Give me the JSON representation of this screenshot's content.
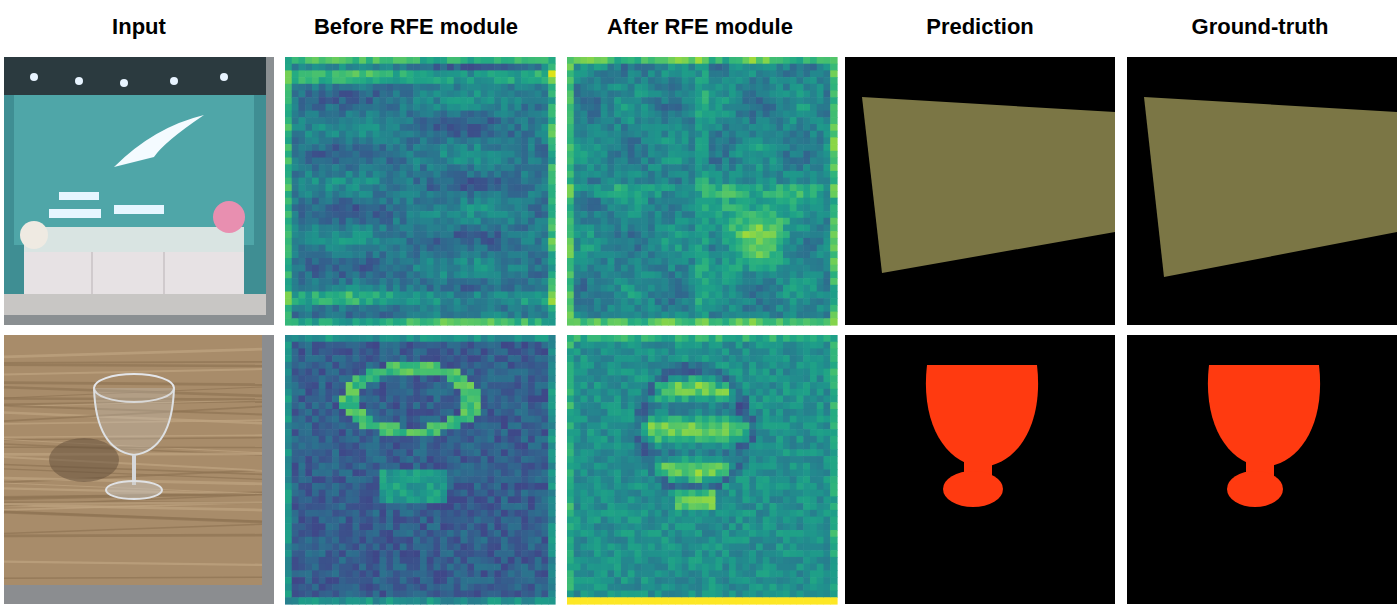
{
  "diagram": {
    "labels": [
      "Input",
      "Before RFE module",
      "After RFE module",
      "Prediction",
      "Ground-truth"
    ]
  }
}
